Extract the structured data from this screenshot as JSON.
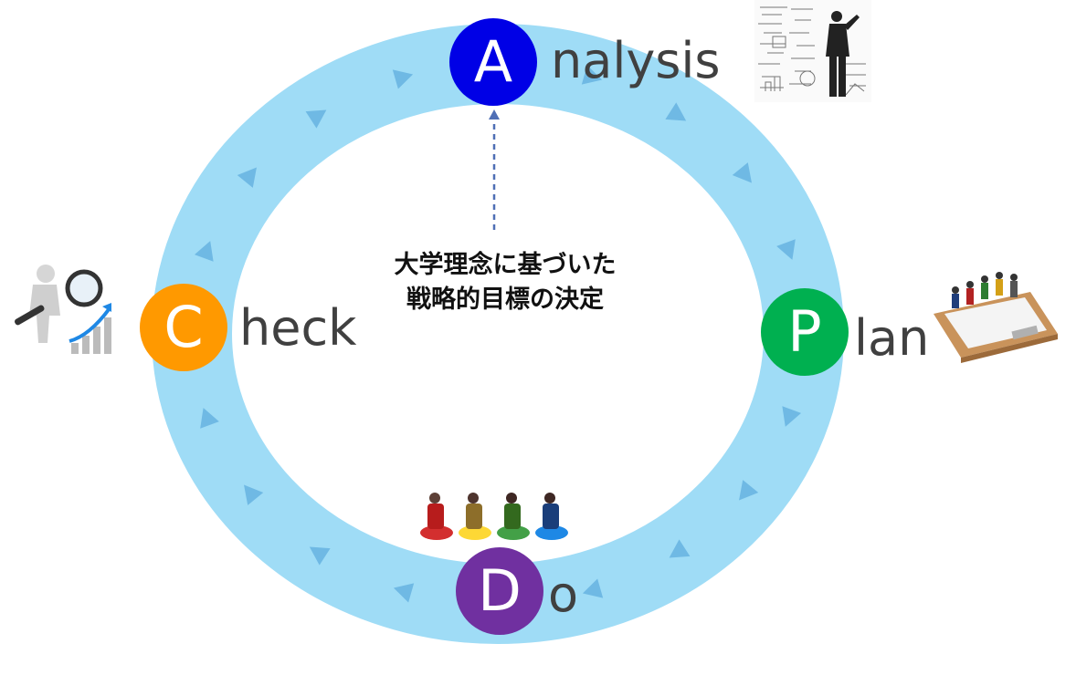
{
  "colors": {
    "ring": "#9fdcf6",
    "ring_arrows": "#6fb9e4",
    "connector": "#4f6fb5",
    "a": "#0000e6",
    "p": "#00b050",
    "d": "#7030a0",
    "c": "#ff9900",
    "text": "#404040"
  },
  "steps": [
    {
      "id": "a",
      "letter": "A",
      "rest": "nalysis"
    },
    {
      "id": "p",
      "letter": "P",
      "rest": "lan"
    },
    {
      "id": "d",
      "letter": "D",
      "rest": "o"
    },
    {
      "id": "c",
      "letter": "C",
      "rest": "heck"
    }
  ],
  "center": {
    "line1": "大学理念に基づいた",
    "line2": "戦略的目標の決定"
  },
  "clip_art": {
    "analysis": "whiteboard-business-man-image",
    "plan": "plan-clipboard-people-image",
    "do": "four-people-on-discs-image",
    "check": "magnifier-rising-graph-image"
  }
}
